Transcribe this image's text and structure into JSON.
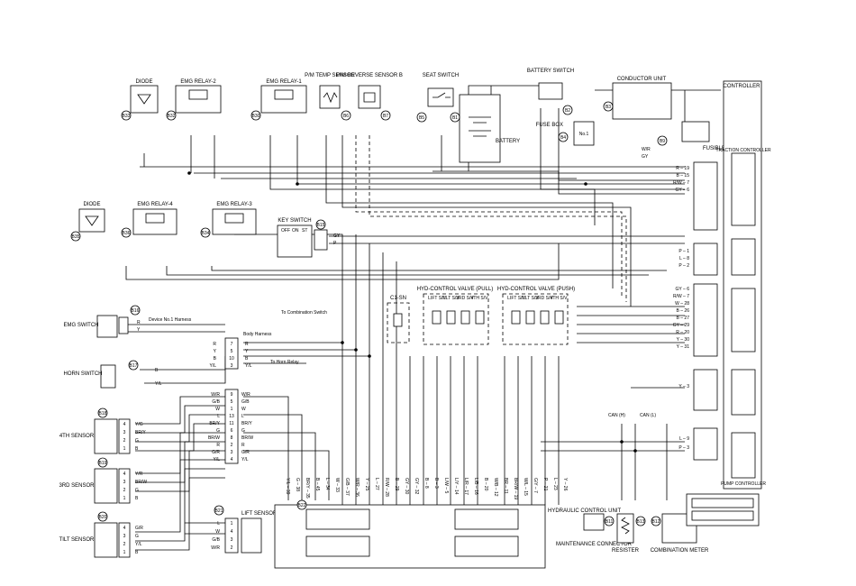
{
  "components": [
    {
      "name": "diode-1",
      "label": "DIODE",
      "conn": "B33"
    },
    {
      "name": "emg-relay-2",
      "label": "EMG RELAY-2",
      "conn": "B32"
    },
    {
      "name": "emg-relay-1",
      "label": "EMG RELAY-1",
      "conn": "B30"
    },
    {
      "name": "pm-temp-sensor",
      "label": "P/M TEMP SENSOR",
      "conn": "B6"
    },
    {
      "name": "pm-reverse-sensor",
      "label": "P/M REVERSE SENSOR B",
      "conn": "B7"
    },
    {
      "name": "seat-switch",
      "label": "SEAT SWITCH",
      "conn": "B5"
    },
    {
      "name": "battery",
      "label": "BATTERY",
      "conn": "B1"
    },
    {
      "name": "battery-switch",
      "label": "BATTERY SWITCH",
      "conn": "B2"
    },
    {
      "name": "conductor-unit",
      "label": "CONDUCTOR UNIT",
      "conn": "B3"
    },
    {
      "name": "fuse-box",
      "label": "FUSE BOX",
      "conn": "B4"
    },
    {
      "name": "fusible-link",
      "label": "FUSIBLE LINK",
      "conn": "B9"
    },
    {
      "name": "diode-2",
      "label": "DIODE",
      "conn": "B35"
    },
    {
      "name": "emg-relay-4",
      "label": "EMG RELAY-4",
      "conn": "B36"
    },
    {
      "name": "emg-relay-3",
      "label": "EMG RELAY-3",
      "conn": "B34"
    },
    {
      "name": "key-switch",
      "label": "KEY SWITCH",
      "conn": "B15"
    },
    {
      "name": "emg-switch",
      "label": "EMG SWITCH",
      "conn": "B16"
    },
    {
      "name": "horn-switch",
      "label": "HORN SWITCH",
      "conn": "B17"
    },
    {
      "name": "4th-sensor",
      "label": "4TH SENSOR",
      "conn": "B18"
    },
    {
      "name": "3rd-sensor",
      "label": "3RD SENSOR",
      "conn": "B19"
    },
    {
      "name": "tilt-sensor",
      "label": "TILT SENSOR",
      "conn": "B20"
    },
    {
      "name": "lift-sensor",
      "label": "LIFT SENSOR",
      "conn": "B21"
    },
    {
      "name": "hydraulic-control-unit",
      "label": "HYDRAULIC CONTROL UNIT",
      "conn": "B22"
    },
    {
      "name": "maintenance-connector",
      "label": "MAINTENANCE CONNECTOR",
      "conn": "B11"
    },
    {
      "name": "resister",
      "label": "RESISTER",
      "conn": "B13"
    },
    {
      "name": "combination-meter",
      "label": "COMBINATION METER",
      "conn": "B12"
    }
  ],
  "controllers": {
    "main": "CONTROLLER",
    "traction": "TRACTION CONTROLLER",
    "pump": "PUMP CONTROLLER"
  },
  "valves": {
    "pull_title": "HYD-CONTROL VALVE (PULL)",
    "push_title": "HYD-CONTROL VALVE (PUSH)",
    "c1sn": "C1-SN",
    "valve_labels": [
      "LIFT S/V",
      "TILT S/V",
      "3RD S/V",
      "4TH S/V"
    ]
  },
  "notes": {
    "device_harness": "Device No.1 Harness",
    "body_harness": "Body Harness",
    "to_combination_switch": "To Combination Switch",
    "to_horn_relay": "To Horn Relay",
    "can_h": "CAN (H)",
    "can_l": "CAN (L)",
    "fuse_no1": "No.1",
    "key_switch_positions": [
      "OFF",
      "ON",
      "ST"
    ]
  },
  "controller_terminals_top": [
    "R – 19",
    "B – 15",
    "R/W – 7",
    "GY – 6"
  ],
  "controller_terminals_mid": [
    "P – 1",
    "L – 8",
    "P – 2"
  ],
  "controller_terminals_pump": [
    "GY – 6",
    "R/W – 7",
    "W – 28",
    "B – 26",
    "B – 27",
    "GY – 29",
    "R – 20",
    "Y – 30",
    "Y – 31"
  ],
  "controller_terminals_low": [
    "Y – 3"
  ],
  "controller_terminals_can": [
    "L – 9",
    "P – 3"
  ],
  "wire_colors_emg": [
    "R",
    "Y"
  ],
  "body_harness_rows": [
    {
      "pin": "7",
      "left": "R",
      "right": "R"
    },
    {
      "pin": "5",
      "left": "Y",
      "right": "Y"
    },
    {
      "pin": "10",
      "left": "B",
      "right": "B"
    },
    {
      "pin": "3",
      "left": "Y/L",
      "right": "Y/L"
    }
  ],
  "horn_wires": [
    "B",
    "Y/L"
  ],
  "sensor_block_rows": [
    {
      "pin": "9",
      "left": "W/R",
      "right": "W/R"
    },
    {
      "pin": "5",
      "left": "G/B",
      "right": "G/B"
    },
    {
      "pin": "1",
      "left": "W",
      "right": "W"
    },
    {
      "pin": "13",
      "left": "L",
      "right": "L"
    },
    {
      "pin": "11",
      "left": "BR/Y",
      "right": "BR/Y"
    },
    {
      "pin": "6",
      "left": "G",
      "right": "G"
    },
    {
      "pin": "8",
      "left": "BR/W",
      "right": "BR/W"
    },
    {
      "pin": "2",
      "left": "R",
      "right": "R"
    },
    {
      "pin": "3",
      "left": "G/R",
      "right": "G/R"
    },
    {
      "pin": "4",
      "left": "Y/L",
      "right": "Y/L"
    }
  ],
  "sensor_4th_pins": [
    {
      "pin": "4",
      "w": "Y/G"
    },
    {
      "pin": "3",
      "w": "BR/Y"
    },
    {
      "pin": "2",
      "w": "G"
    },
    {
      "pin": "1",
      "w": "B"
    }
  ],
  "sensor_3rd_pins": [
    {
      "pin": "4",
      "w": "Y/R"
    },
    {
      "pin": "3",
      "w": "BR/W"
    },
    {
      "pin": "2",
      "w": "G"
    },
    {
      "pin": "1",
      "w": "B"
    }
  ],
  "sensor_tilt_pins": [
    {
      "pin": "4",
      "w": "G/R"
    },
    {
      "pin": "3",
      "w": "G"
    },
    {
      "pin": "2",
      "w": "Y/L"
    },
    {
      "pin": "1",
      "w": "B"
    }
  ],
  "sensor_lift_pins": [
    {
      "pin": "1",
      "w": "L"
    },
    {
      "pin": "4",
      "w": "W"
    },
    {
      "pin": "3",
      "w": "G/B"
    },
    {
      "pin": "2",
      "w": "W/R"
    }
  ],
  "hcu_terminals": [
    "Y/L – 39",
    "G – 38",
    "BR/Y – 35",
    "B – 45",
    "L – 34",
    "W – 33",
    "G/B – 37",
    "W/R – 36",
    "Y – 25",
    "L – 27",
    "R/W – 28",
    "B – 29",
    "GY – 30",
    "GY – 32",
    "B – 8",
    "B – 3",
    "L/W – 5",
    "L/Y – 14",
    "L/R – 17",
    "L/B – 16",
    "B – 20",
    "W/B – 12",
    "BR – 11",
    "BR/W – 19",
    "W/L – 15",
    "G/Y – 7",
    "P – 21",
    "L – 23",
    "Y – 26"
  ],
  "key_switch_wires": [
    "GY",
    "P"
  ],
  "fusible_wires": [
    "W/R",
    "GY"
  ]
}
